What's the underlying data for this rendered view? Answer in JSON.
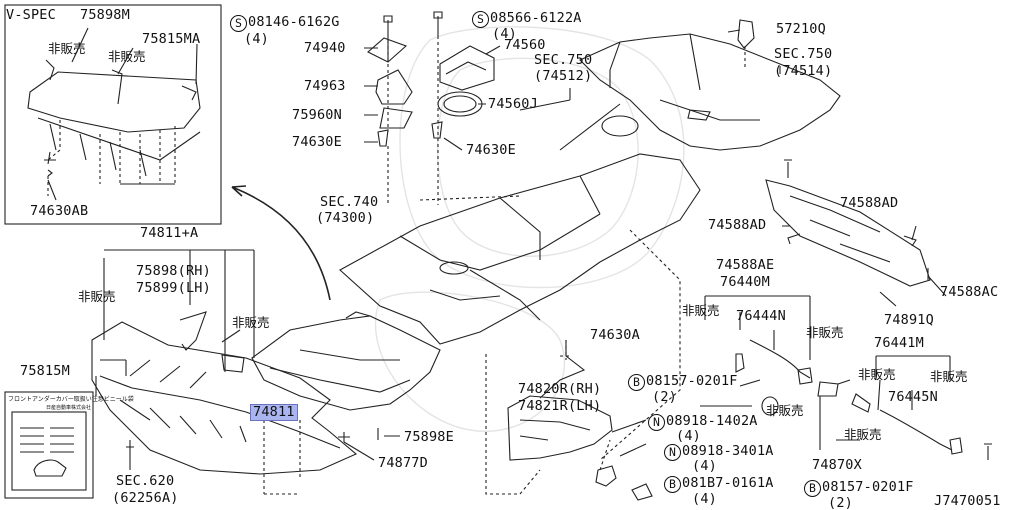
{
  "inset": {
    "title": "V-SPEC",
    "part_top": "75898M",
    "jp_1": "非販売",
    "jp_2": "非販売",
    "part_right": "75815MA",
    "part_bottom": "74630AB"
  },
  "labels": {
    "p74811A": "74811+A",
    "p75898RH": "75898(RH)",
    "p75899LH": "75899(LH)",
    "jp_left": "非販売",
    "jp_mid": "非販売",
    "p75815M": "75815M",
    "p74811": "74811",
    "p75898E": "75898E",
    "p74877D": "74877D",
    "sec620": "SEC.620",
    "sec620_sub": "(62256A)",
    "bolt1_prefix": "S",
    "bolt1": "08146-6162G",
    "bolt1_qty": "(4)",
    "p74940": "74940",
    "p74963": "74963",
    "p75960N": "75960N",
    "p74630E_l": "74630E",
    "bolt2_prefix": "S",
    "bolt2": "08566-6122A",
    "bolt2_qty": "(4)",
    "p74560": "74560",
    "p74560J": "74560J",
    "p74630E_r": "74630E",
    "sec750a": "SEC.750",
    "sec750a_sub": "(74512)",
    "sec750b": "SEC.750",
    "sec750b_sub": "(74514)",
    "p57210Q": "57210Q",
    "sec740": "SEC.740",
    "sec740_sub": "(74300)",
    "p74588AD_l": "74588AD",
    "p74588AD_r": "74588AD",
    "p74588AE": "74588AE",
    "p74588AC": "74588AC",
    "p74891Q": "74891Q",
    "p76440M": "76440M",
    "jp_76440_l": "非販売",
    "p76444N": "76444N",
    "jp_76440_r": "非販売",
    "p74630A": "74630A",
    "b1_prefix": "B",
    "b1": "08157-0201F",
    "b1_qty": "(2)",
    "p74820R": "74820R(RH)",
    "p74821R": "74821R(LH)",
    "n1_prefix": "N",
    "n1": "08918-1402A",
    "n1_qty": "(4)",
    "n2_prefix": "N",
    "n2": "08918-3401A",
    "n2_qty": "(4)",
    "b2_prefix": "B",
    "b2": "081B7-0161A",
    "b2_qty": "(4)",
    "b3_prefix": "B",
    "b3": "08157-0201F",
    "b3_qty": "(2)",
    "p76441M": "76441M",
    "jp_76441_l": "非販売",
    "jp_76441_r": "非販売",
    "p76445N": "76445N",
    "jp_74870_l": "非販売",
    "jp_74870_r": "非販売",
    "p74870X": "74870X",
    "diagram_id": "J7470051"
  },
  "label_sheet": {
    "header": "フロントアンダーカバー取扱い注意ビニール袋",
    "sub": "日産自動車株式会社"
  }
}
